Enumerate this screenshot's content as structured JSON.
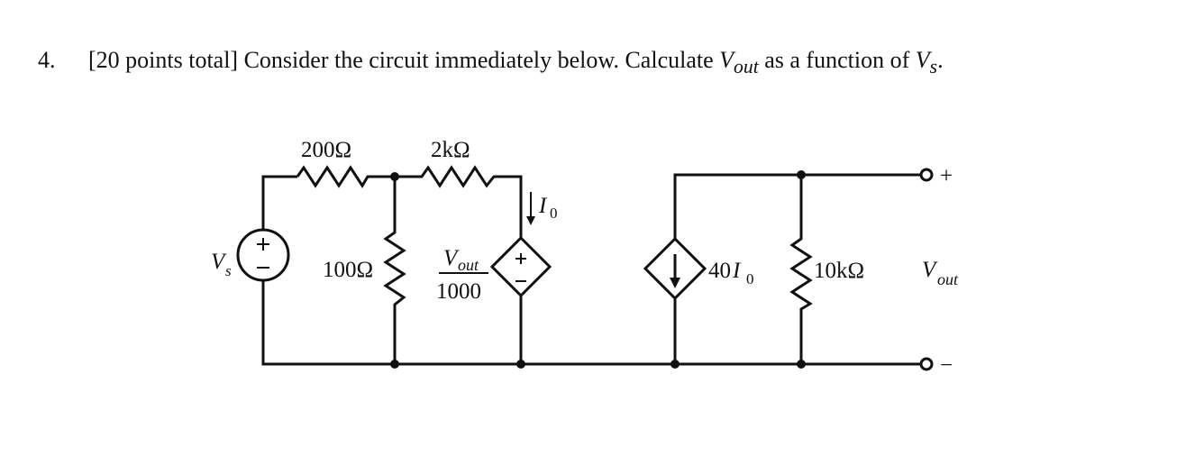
{
  "question": {
    "number": "4.",
    "text_before": "[20 points total]  Consider the circuit immediately below.  Calculate ",
    "vout_V": "V",
    "vout_sub": "out",
    "text_middle": " as a function of ",
    "vs_V": "V",
    "vs_sub": "s",
    "text_end": "."
  },
  "circuit": {
    "r1": "200Ω",
    "r2": "2kΩ",
    "r3": "100Ω",
    "r4": "10kΩ",
    "vs_V": "V",
    "vs_sub": "s",
    "current_I": "I",
    "current_sub": "0",
    "dep_v_num_V": "V",
    "dep_v_num_sub": "out",
    "dep_v_den": "1000",
    "dep_i_gain": "40",
    "dep_i_I": "I",
    "dep_i_sub": "0",
    "out_V": "V",
    "out_sub": "out",
    "plus": "+",
    "minus": "−"
  }
}
